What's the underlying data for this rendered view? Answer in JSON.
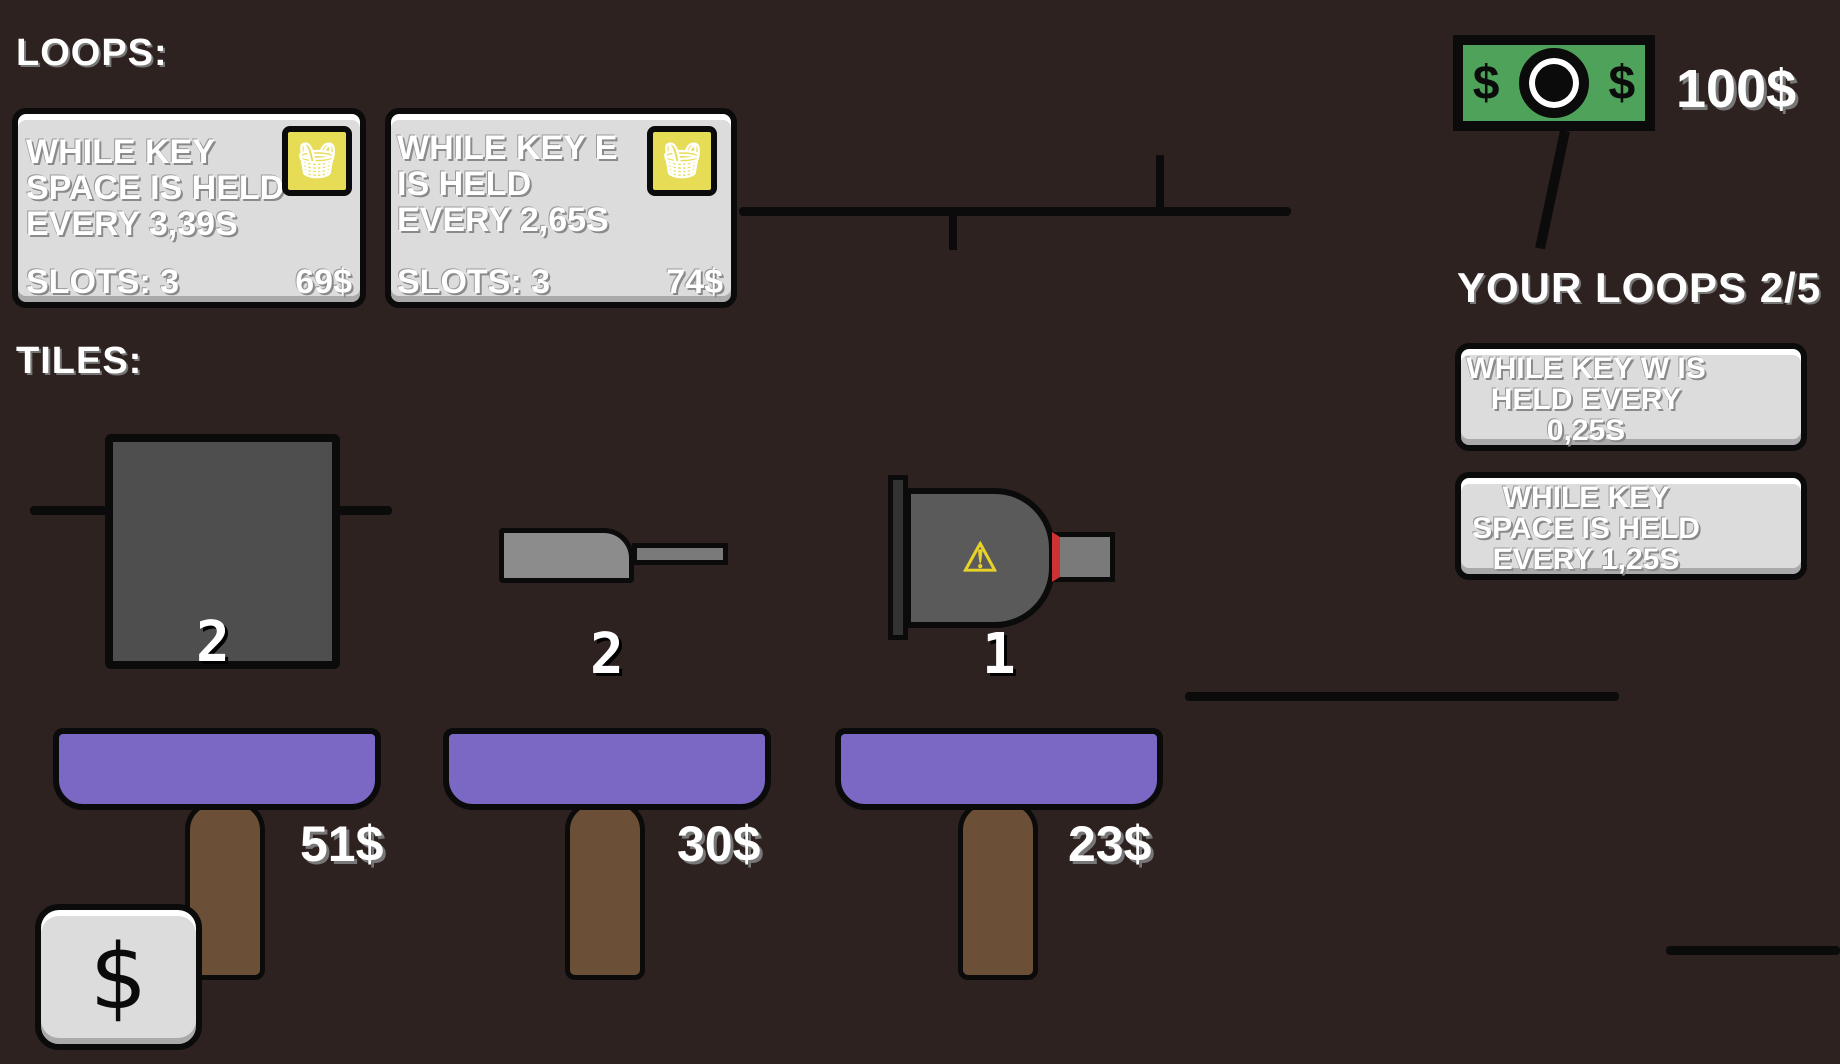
{
  "shop": {
    "loops_heading": "LOOPS:",
    "tiles_heading": "TILES:",
    "loops": [
      {
        "lines": [
          "While key",
          "space is held",
          "every 3,39s"
        ],
        "slots": "Slots: 3",
        "price": "69$"
      },
      {
        "lines": [
          "While key E",
          "is held",
          "every 2,65s"
        ],
        "slots": "Slots: 3",
        "price": "74$"
      }
    ],
    "tiles": [
      {
        "item": "shield-panel",
        "count": "2",
        "price": "51$"
      },
      {
        "item": "knife",
        "count": "2",
        "price": "30$"
      },
      {
        "item": "poison-bottle",
        "count": "1",
        "price": "23$"
      }
    ]
  },
  "player": {
    "money": "100$",
    "your_loops_heading": "YOUR LOOPS 2/5",
    "loops": [
      {
        "lines": [
          "While key W is",
          "held every",
          "0,25s"
        ]
      },
      {
        "lines": [
          "While key",
          "space is held",
          "every 1,25s"
        ]
      }
    ]
  },
  "colors": {
    "background": "#2d221f",
    "card": "#dcdcdc",
    "buy": "#e6dc55",
    "pedestal": "#7a68c4",
    "bill": "#4fa25a"
  }
}
